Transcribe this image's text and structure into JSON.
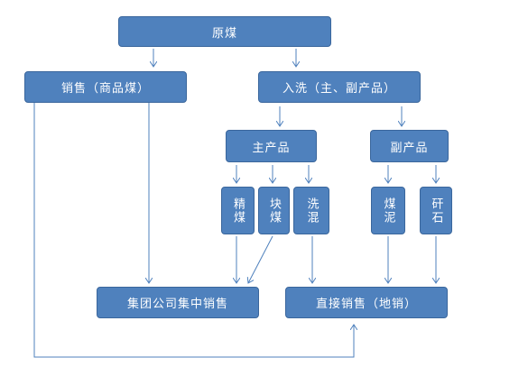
{
  "nodes": {
    "raw_coal": "原煤",
    "sales_commercial": "销售（商品煤）",
    "washing": "入洗（主、副产品）",
    "main_product": "主产品",
    "by_product": "副产品",
    "clean_coal": "精煤",
    "lump_coal": "块煤",
    "washed_mixed": "洗混",
    "coal_slime": "煤泥",
    "gangue": "矸石",
    "group_sales": "集团公司集中销售",
    "direct_sales": "直接销售（地销）"
  },
  "colors": {
    "box_fill": "#4f81bd",
    "box_border": "#3a669c",
    "arrow": "#4f81bd",
    "text": "#ffffff"
  }
}
